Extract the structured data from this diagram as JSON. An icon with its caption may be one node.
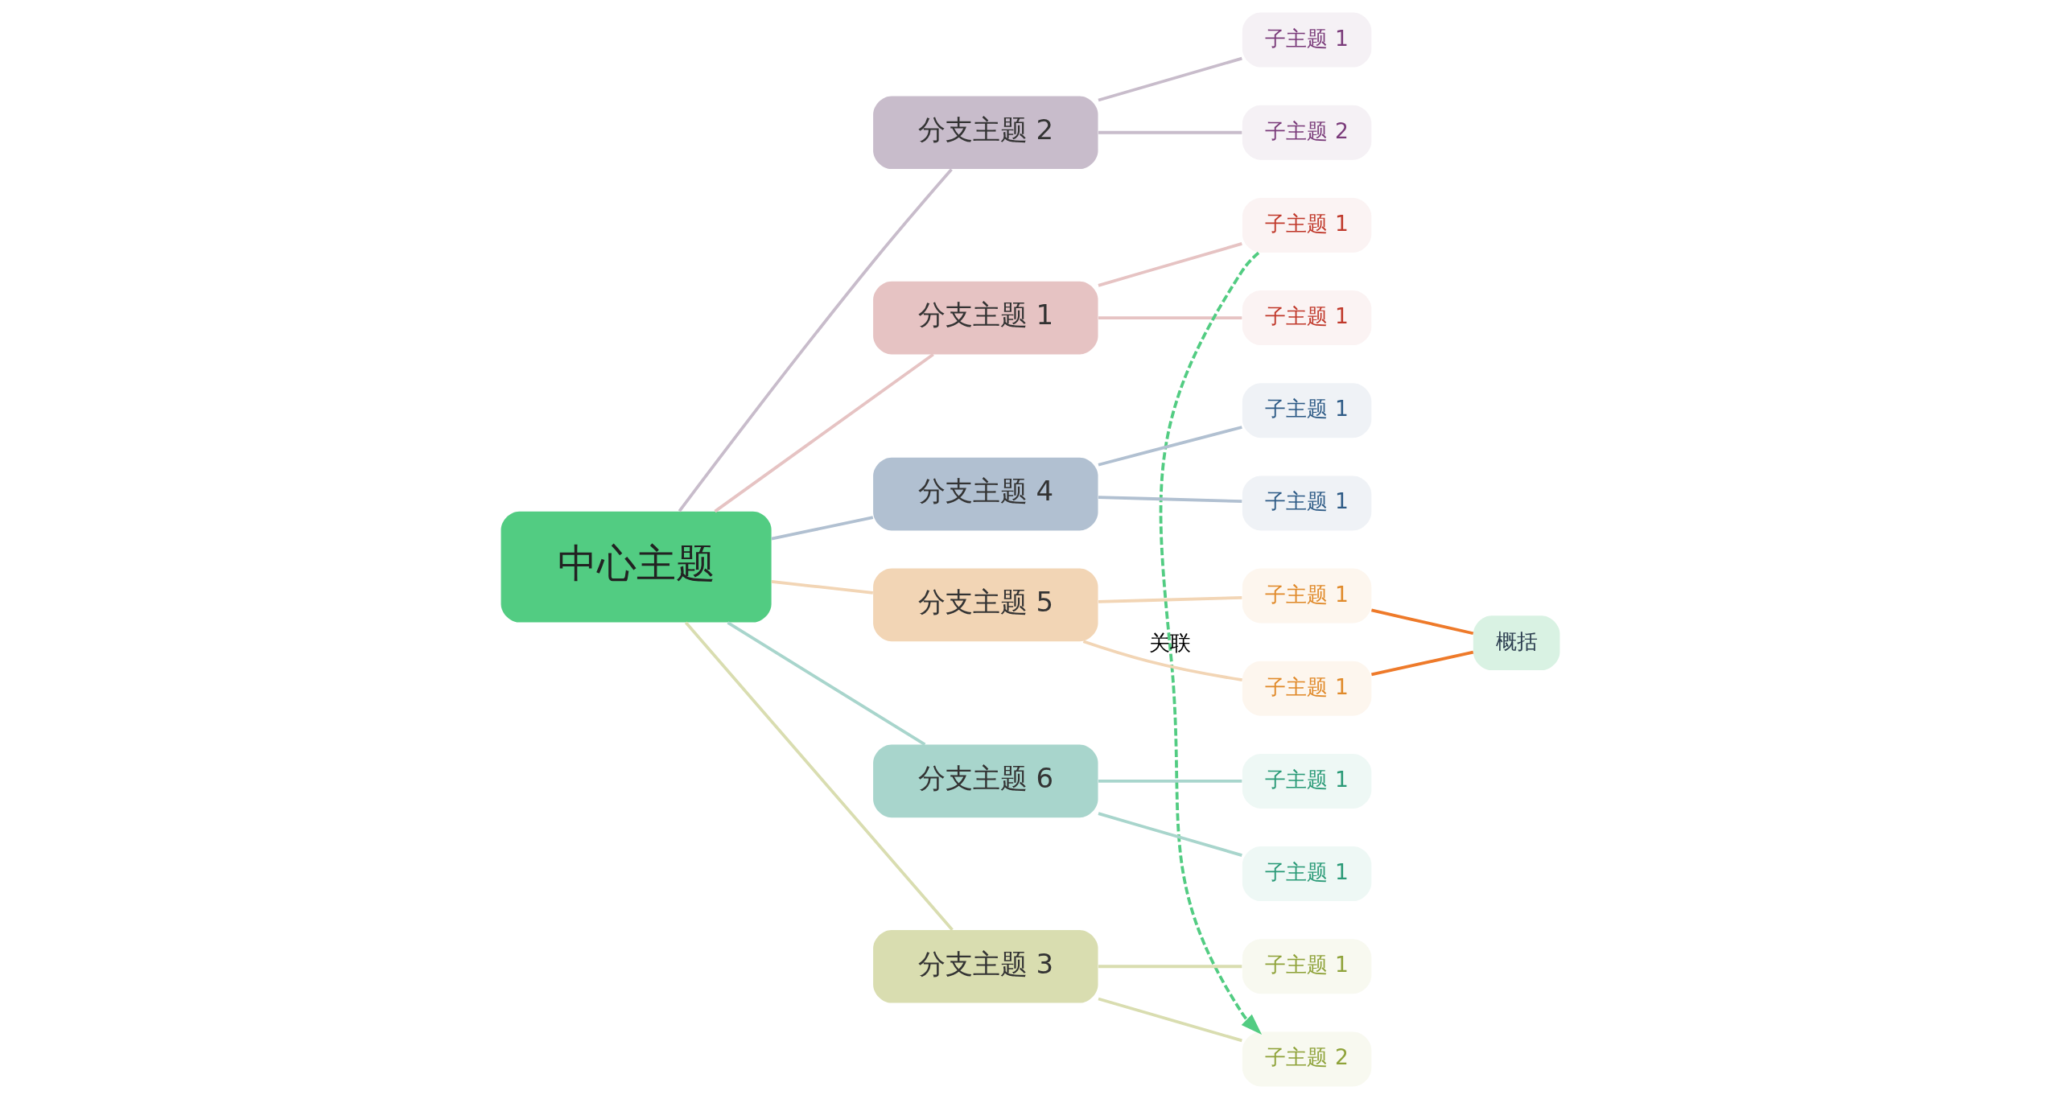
{
  "diagram": {
    "nodes": [
      {
        "text": [
          "中心主题"
        ]
      },
      {
        "text": [
          "分支主题 2"
        ]
      },
      {
        "text": [
          "子主题 1"
        ]
      },
      {
        "text": [
          "子主题 2"
        ]
      },
      {
        "text": [
          "分支主题 1"
        ]
      },
      {
        "text": [
          "子主题 1"
        ]
      },
      {
        "text": [
          "子主题 1"
        ]
      },
      {
        "text": [
          "分支主题 4"
        ]
      },
      {
        "text": [
          "子主题 1"
        ]
      },
      {
        "text": [
          "子主题 1"
        ]
      },
      {
        "text": [
          "分支主题 5"
        ]
      },
      {
        "text": [
          "子主题 1"
        ]
      },
      {
        "text": [
          "子主题 1"
        ]
      },
      {
        "text": [
          "概括"
        ]
      },
      {
        "text": [
          "分支主题 6"
        ]
      },
      {
        "text": [
          "子主题 1"
        ]
      },
      {
        "text": [
          "子主题 1"
        ]
      },
      {
        "text": [
          "分支主题 3"
        ]
      },
      {
        "text": [
          "子主题 1"
        ]
      },
      {
        "text": [
          "子主题 2"
        ]
      }
    ],
    "edges": [
      {
        "from": 0,
        "to": 1,
        "arrow": "none",
        "color": "#c8bccb"
      },
      {
        "from": 1,
        "to": 2,
        "arrow": "none",
        "color": "#c8bccb"
      },
      {
        "from": 1,
        "to": 3,
        "arrow": "none",
        "color": "#c8bccb"
      },
      {
        "from": 0,
        "to": 4,
        "arrow": "none",
        "color": "#e6c3c3"
      },
      {
        "from": 4,
        "to": 5,
        "arrow": "none",
        "color": "#e6c3c3"
      },
      {
        "from": 4,
        "to": 6,
        "arrow": "none",
        "color": "#e6c3c3"
      },
      {
        "from": 0,
        "to": 7,
        "arrow": "none",
        "color": "#b1c0d1"
      },
      {
        "from": 7,
        "to": 8,
        "arrow": "none",
        "color": "#b1c0d1"
      },
      {
        "from": 7,
        "to": 9,
        "arrow": "none",
        "color": "#b1c0d1"
      },
      {
        "from": 0,
        "to": 10,
        "arrow": "none",
        "color": "#f2d5b5"
      },
      {
        "from": 10,
        "to": 11,
        "arrow": "none",
        "color": "#f2d5b5"
      },
      {
        "from": 10,
        "to": 12,
        "arrow": "none",
        "color": "#f2d5b5"
      },
      {
        "from": 11,
        "to": 13,
        "arrow": "none",
        "color": "#ee7a2a"
      },
      {
        "from": 12,
        "to": 13,
        "arrow": "none",
        "color": "#ee7a2a"
      },
      {
        "from": 0,
        "to": 14,
        "arrow": "none",
        "color": "#a8d5cc"
      },
      {
        "from": 14,
        "to": 15,
        "arrow": "none",
        "color": "#a8d5cc"
      },
      {
        "from": 14,
        "to": 16,
        "arrow": "none",
        "color": "#a8d5cc"
      },
      {
        "from": 0,
        "to": 17,
        "arrow": "none",
        "color": "#d9ddb0"
      },
      {
        "from": 17,
        "to": 18,
        "arrow": "none",
        "color": "#d9ddb0"
      },
      {
        "from": 17,
        "to": 19,
        "arrow": "none",
        "color": "#d9ddb0"
      },
      {
        "from": 5,
        "to": 19,
        "arrow": "to",
        "style": "dashed",
        "color": "#52cc82",
        "label": "关联"
      }
    ]
  }
}
